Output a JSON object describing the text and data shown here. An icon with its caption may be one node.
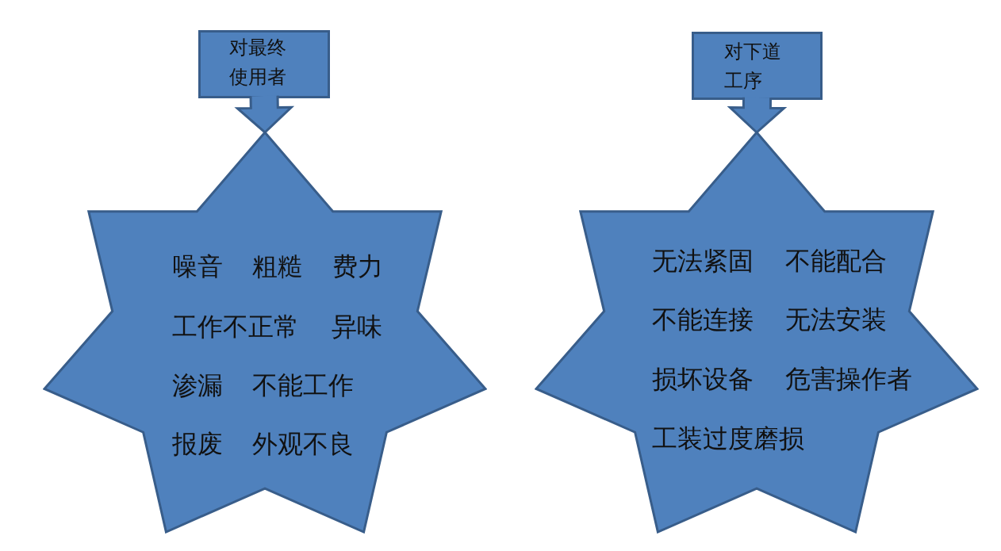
{
  "diagram": {
    "nodes": [
      {
        "text": [
          "对最终使用者"
        ]
      },
      {
        "text": [
          "噪音",
          "粗糙",
          "费力",
          "工作不正常",
          "异味",
          "渗漏",
          "不能工作",
          "报废",
          "外观不良"
        ]
      },
      {
        "text": [
          "对下道工序"
        ]
      },
      {
        "text": [
          "无法紧固",
          "不能配合",
          "不能连接",
          "无法安装",
          "损坏设备",
          "危害操作者",
          "工装过度磨损"
        ]
      }
    ],
    "edges": [
      {
        "from": 0,
        "to": 1,
        "arrow": "to"
      },
      {
        "from": 2,
        "to": 3,
        "arrow": "to"
      }
    ]
  }
}
